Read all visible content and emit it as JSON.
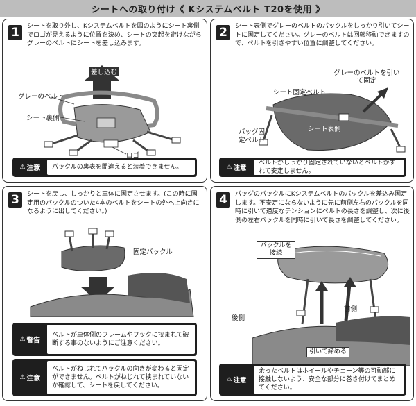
{
  "header": {
    "title": "シートへの取り付け《 Kシステムベルト T20を使用 》"
  },
  "steps": [
    {
      "number": "1",
      "text": "シートを取り外し、Kシステムベルトを図のようにシート裏側でロゴが見えるように位置を決め、シートの突起を避けながらグレーのベルトにシートを差し込みます。",
      "labels": {
        "push": "差し込む",
        "gray_belt": "グレーのベルト",
        "seat_back": "シート裏側",
        "logo": "ロゴ"
      }
    },
    {
      "number": "2",
      "text": "シート表側でグレーのベルトのバックルをしっかり引いてシートに固定してください。グレーのベルトは回転移動できますので、ベルトを引きやすい位置に調整してください。",
      "labels": {
        "gray_pull": "グレーのベルトを引いて固定",
        "seat_fix_belt": "シート固定ベルト",
        "seat_front": "シート表側",
        "bag_belt": "バッグ固定ベルト"
      }
    },
    {
      "number": "3",
      "text": "シートを戻し、しっかりと車体に固定させます。(この時に固定用のバックルのついた4本のベルトをシートの外へ上向きになるように出してください。)",
      "labels": {
        "buckle": "固定バックル"
      }
    },
    {
      "number": "4",
      "text": "バッグのバックルにKシステムベルトのバックルを差込み固定します。不安定にならないように先に前側左右のバックルを同時に引いて適度なテンションにベルトの長さを調整し、次に後側の左右バックルを同時に引いて長さを調整してください。",
      "labels": {
        "connect_buckle": "バックルを接続",
        "rear": "後側",
        "front": "前側",
        "tighten": "引いて締める"
      }
    }
  ],
  "notes": [
    {
      "badge": "注意",
      "text": "バックルの裏表を間違えると装着できません。"
    },
    {
      "badge": "注意",
      "text": "ベルトがしっかり固定されていないとベルトがずれて安定しません。"
    },
    {
      "badge": "警告",
      "text": "ベルトが車体側のフレームやフックに挟まれて破断する事のないようにご注意ください。"
    },
    {
      "badge": "注意",
      "text": "ベルトがねじれてバックルの向きが変わると固定ができません。ベルトがねじれて挟まれていないか確認して、シートを戻してください。"
    },
    {
      "badge": "注意",
      "text": "余ったベルトはホイールやチェーン等の可動部に接触しないよう、安全な部分に巻き付けてまとめてください。"
    }
  ],
  "warning_symbol": "⚠",
  "colors": {
    "header_bg": "#bdbdbd",
    "dark": "#1e1e1e",
    "gray_belt": "#8a8a8a",
    "seat": "#6a6a6a"
  }
}
